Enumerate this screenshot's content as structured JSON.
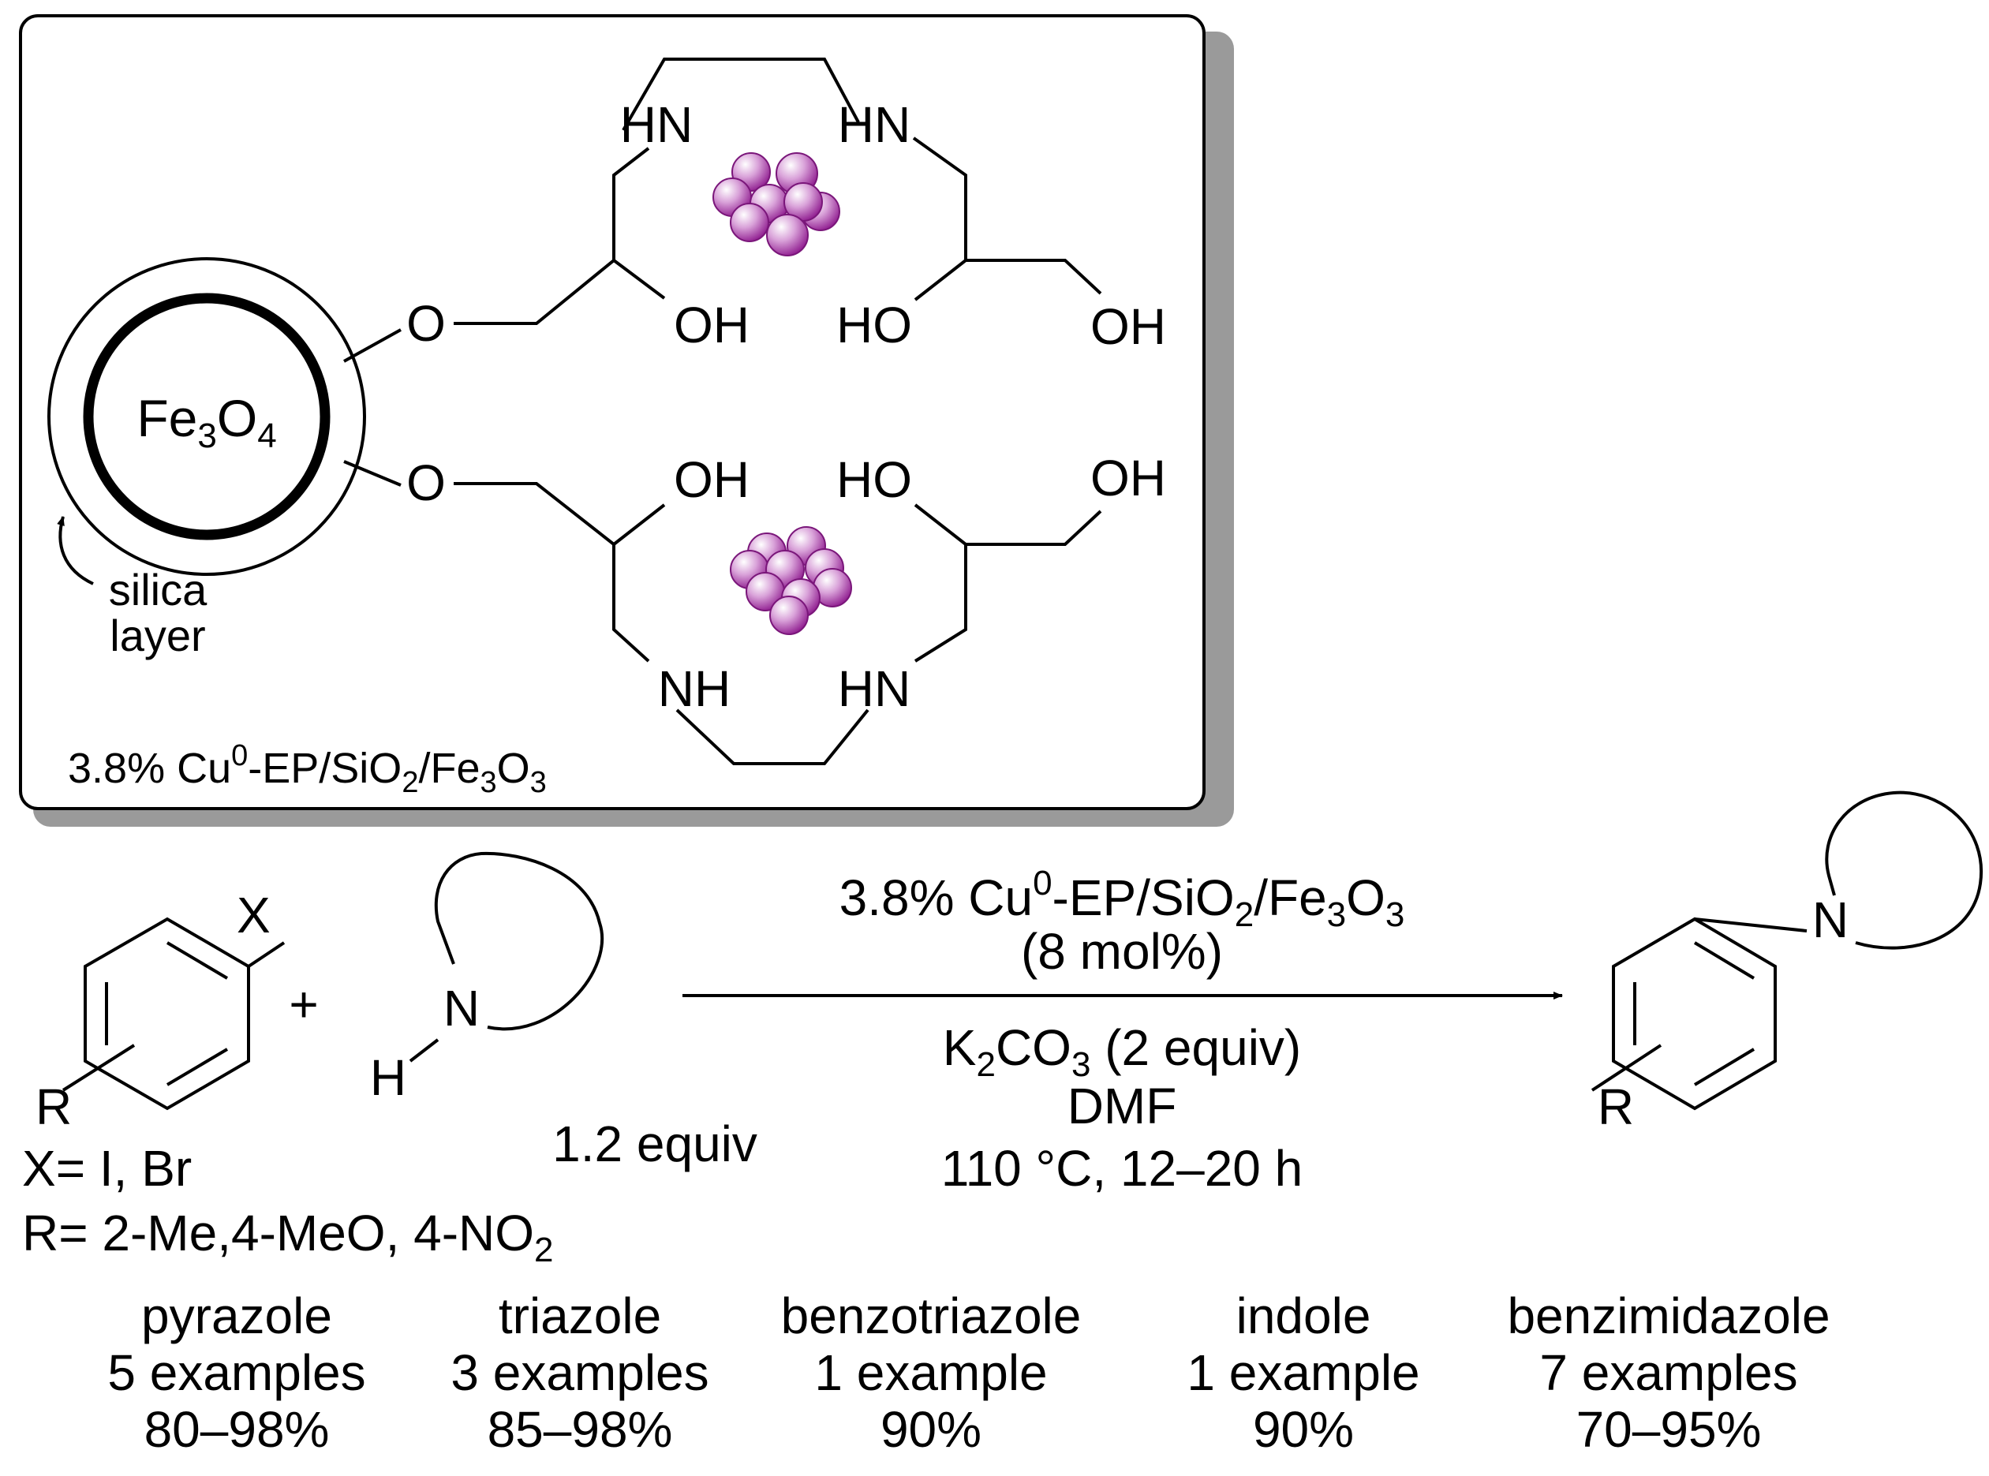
{
  "catalyst_box": {
    "core_formula": {
      "main": "Fe",
      "sub1": "3",
      "mid": "O",
      "sub2": "4"
    },
    "silica_label_line1": "silica",
    "silica_label_line2": "layer",
    "linker_O": "O",
    "HN": "HN",
    "NH": "NH",
    "OH": "OH",
    "HO": "HO",
    "catalyst_name": {
      "pre": "3.8% Cu",
      "sup": "0",
      "mid1": "-EP/SiO",
      "sub1": "2",
      "mid2": "/Fe",
      "sub2": "3",
      "mid3": "O",
      "sub3": "3"
    },
    "nanoparticle_color": "#8e1a8e"
  },
  "reaction": {
    "aryl_halide": {
      "X": "X",
      "R": "R",
      "x_def": "X= I, Br",
      "r_def_pre": "R= 2-Me,4-MeO, 4-NO",
      "r_def_sub": "2"
    },
    "plus": "+",
    "amine": {
      "H": "H",
      "N": "N",
      "equiv": "1.2 equiv"
    },
    "conditions": {
      "catalyst": {
        "pre": "3.8% Cu",
        "sup": "0",
        "mid1": "-EP/SiO",
        "sub1": "2",
        "mid2": "/Fe",
        "sub2": "3",
        "mid3": "O",
        "sub3": "3"
      },
      "loading": "(8 mol%)",
      "base": {
        "pre": "K",
        "sub1": "2",
        "mid": "CO",
        "sub2": "3",
        "post": " (2 equiv)"
      },
      "solvent": "DMF",
      "temp_time": "110 °C, 12–20 h"
    },
    "product": {
      "N": "N",
      "R": "R"
    }
  },
  "scope": [
    {
      "name": "pyrazole",
      "count": "5 examples",
      "yield": "80–98%"
    },
    {
      "name": "triazole",
      "count": "3 examples",
      "yield": "85–98%"
    },
    {
      "name": "benzotriazole",
      "count": "1 example",
      "yield": "90%"
    },
    {
      "name": "indole",
      "count": "1 example",
      "yield": "90%"
    },
    {
      "name": "benzimidazole",
      "count": "7 examples",
      "yield": "70–95%"
    }
  ]
}
